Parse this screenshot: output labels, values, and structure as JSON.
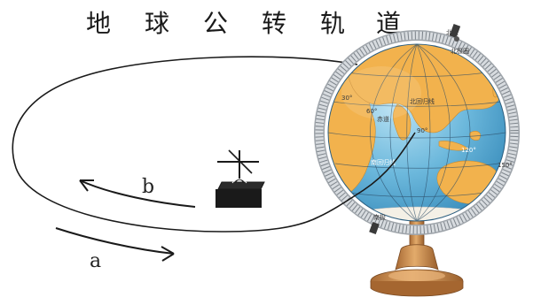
{
  "title_chars": [
    "地",
    "球",
    "公",
    "转",
    "轨",
    "道"
  ],
  "labels": {
    "a": "a",
    "b": "b"
  },
  "globe_marks": {
    "north_pole": "北极",
    "arctic_circle": "北极圈",
    "tropic_cancer": "北回归线",
    "equator": "赤道",
    "tropic_capricorn": "南回归线",
    "south_pole": "南极",
    "deg_30": "30°",
    "deg_60": "60°",
    "deg_90": "90°",
    "deg_120": "120°",
    "deg_150": "150°"
  },
  "colors": {
    "ocean": "#6cb8dc",
    "land": "#f2b24d",
    "meridian_ring": "#c9cdd2",
    "stand": "#d29455",
    "line": "#1a1a1a"
  }
}
